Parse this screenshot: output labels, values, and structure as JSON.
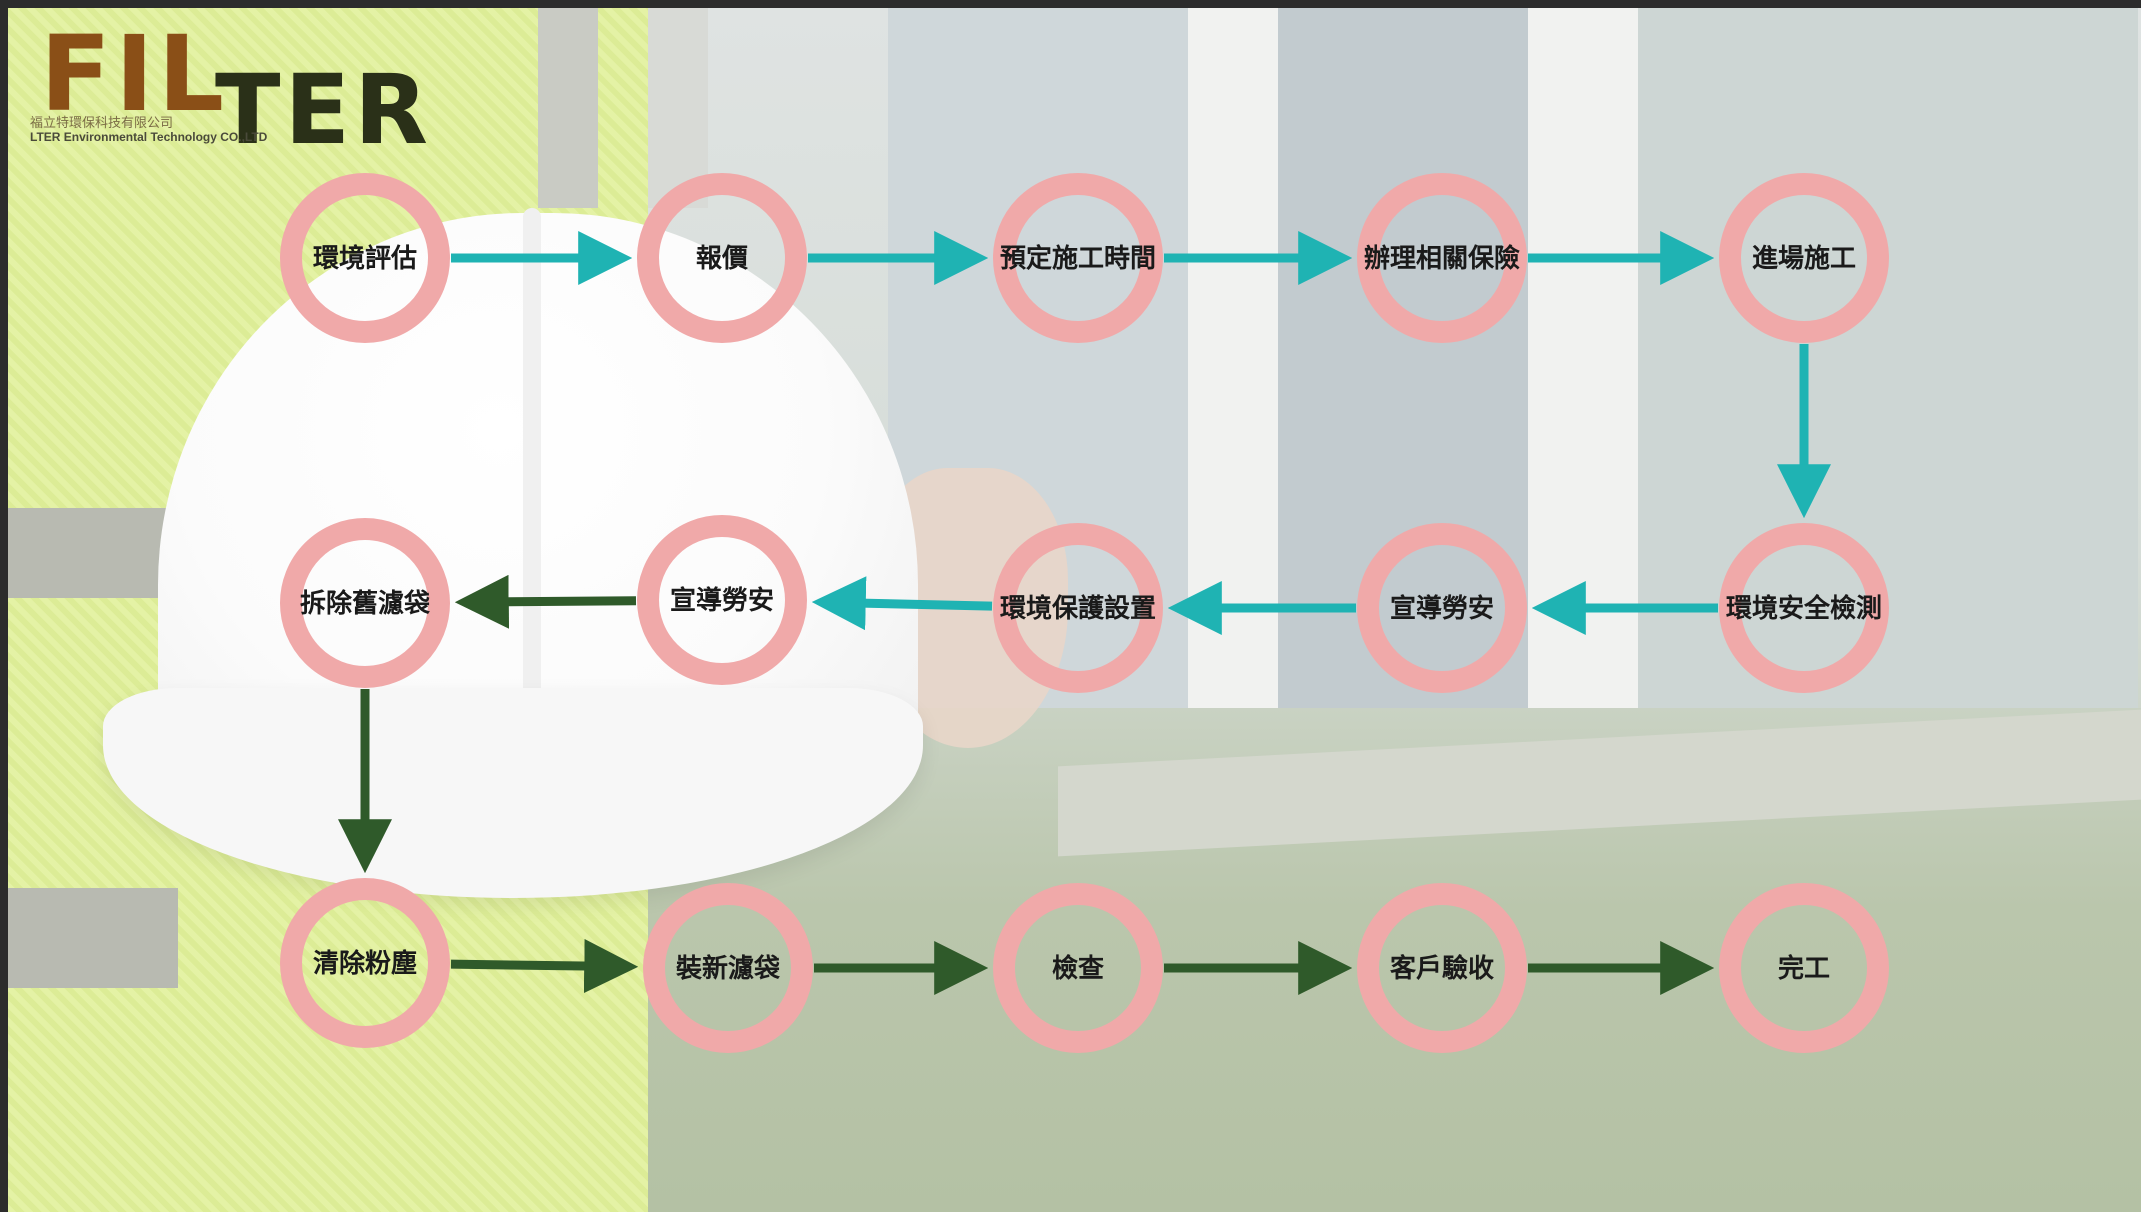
{
  "logo": {
    "part1": "FIL",
    "part2": "TER",
    "chinese": "福立特環保科技有限公司",
    "english": "LTER Environmental Technology CO.,LTD"
  },
  "colors": {
    "ring": "#f0a9a9",
    "arrow_teal": "#1fb3b3",
    "arrow_green": "#2f5a2a"
  },
  "steps": [
    {
      "label": "環境評估"
    },
    {
      "label": "報價"
    },
    {
      "label": "預定施工時間"
    },
    {
      "label": "辦理相關保險"
    },
    {
      "label": "進場施工"
    },
    {
      "label": "環境安全檢測"
    },
    {
      "label": "宣導勞安"
    },
    {
      "label": "環境保護設置"
    },
    {
      "label": "宣導勞安"
    },
    {
      "label": "拆除舊濾袋"
    },
    {
      "label": "清除粉塵"
    },
    {
      "label": "裝新濾袋"
    },
    {
      "label": "檢查"
    },
    {
      "label": "客戶驗收"
    },
    {
      "label": "完工"
    }
  ],
  "edges": [
    {
      "from": 0,
      "to": 1,
      "color": "teal"
    },
    {
      "from": 1,
      "to": 2,
      "color": "teal"
    },
    {
      "from": 2,
      "to": 3,
      "color": "teal"
    },
    {
      "from": 3,
      "to": 4,
      "color": "teal"
    },
    {
      "from": 4,
      "to": 5,
      "color": "teal"
    },
    {
      "from": 5,
      "to": 6,
      "color": "teal"
    },
    {
      "from": 6,
      "to": 7,
      "color": "teal"
    },
    {
      "from": 7,
      "to": 8,
      "color": "teal"
    },
    {
      "from": 8,
      "to": 9,
      "color": "green"
    },
    {
      "from": 9,
      "to": 10,
      "color": "green"
    },
    {
      "from": 10,
      "to": 11,
      "color": "green"
    },
    {
      "from": 11,
      "to": 12,
      "color": "green"
    },
    {
      "from": 12,
      "to": 13,
      "color": "green"
    },
    {
      "from": 13,
      "to": 14,
      "color": "green"
    }
  ]
}
